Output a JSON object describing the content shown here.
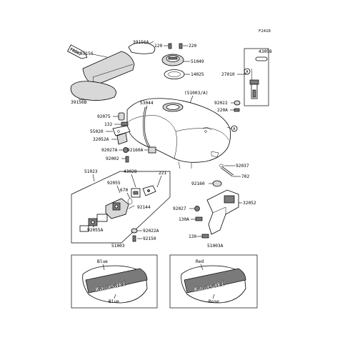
{
  "figure_code": "F2410",
  "front_marker": "FRONT",
  "callout_letter": "A",
  "part_labels": {
    "p39156A": "39156A",
    "p39156": "39156",
    "p39156B": "39156B",
    "p120": "120",
    "p220": "220",
    "p51049": "51049",
    "p14025": "14025",
    "p43058": "43058",
    "p27010": "27010",
    "p92022": "92022",
    "p220A": "220A",
    "p53044": "53044",
    "p51003A_tank": "(51003/A)",
    "p92075": "92075",
    "p132": "132",
    "p55020": "55020",
    "p32052A": "32052A",
    "p92027A": "92027A",
    "p92160A": "92160A",
    "p92002": "92002",
    "p51023": "51023",
    "p43028": "43028",
    "p221": "221",
    "p92055": "92055",
    "p670": "670",
    "p92144": "92144",
    "p92055A": "92055A",
    "p92022A": "92022A",
    "p92150": "92150",
    "p92037": "92037",
    "p702": "702",
    "p92160": "92160",
    "p32052": "32052",
    "p92027": "92027",
    "p130A": "130A",
    "p130": "130",
    "p51003": "51003",
    "p51003A": "51003A"
  },
  "tank_variants": {
    "left": {
      "top_color": "Blue",
      "bottom_color": "Blue",
      "brand": "Kawasaki"
    },
    "right": {
      "top_color": "Red",
      "bottom_color": "Rose",
      "brand": "Kawasaki"
    }
  }
}
